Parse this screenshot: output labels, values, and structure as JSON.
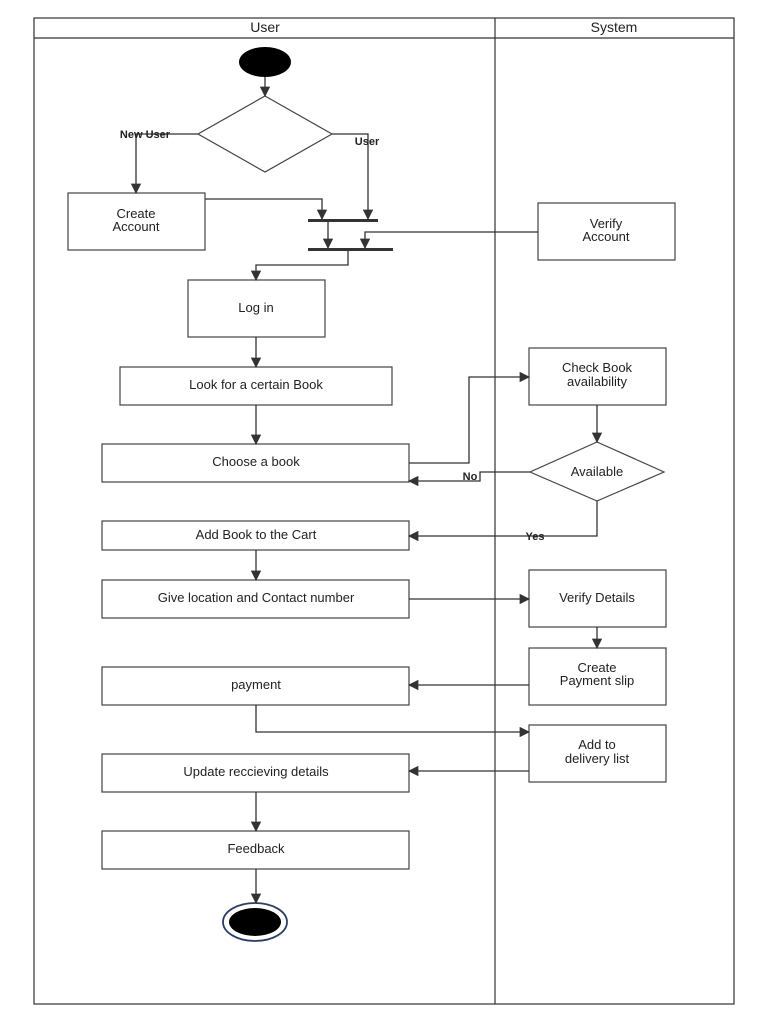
{
  "lanes": {
    "user": "User",
    "system": "System"
  },
  "decisions": {
    "start_branch": {
      "left": "New User",
      "right": "User"
    },
    "availability": {
      "label": "Available",
      "no": "No",
      "yes": "Yes"
    }
  },
  "nodes": {
    "create_account": [
      "Create",
      "Account"
    ],
    "verify_account": [
      "Verify",
      "Account"
    ],
    "log_in": [
      "Log in"
    ],
    "look_for_book": [
      "Look for a certain Book"
    ],
    "check_availability": [
      "Check Book",
      "availability"
    ],
    "choose_book": [
      "Choose a book"
    ],
    "add_to_cart": [
      "Add Book to the Cart"
    ],
    "give_location": [
      "Give location and Contact number"
    ],
    "verify_details": [
      "Verify Details"
    ],
    "create_payment_slip": [
      "Create",
      "Payment slip"
    ],
    "payment": [
      "payment"
    ],
    "add_delivery_list": [
      "Add to",
      "delivery list"
    ],
    "update_receiving": [
      "Update reccieving details"
    ],
    "feedback": [
      "Feedback"
    ]
  }
}
